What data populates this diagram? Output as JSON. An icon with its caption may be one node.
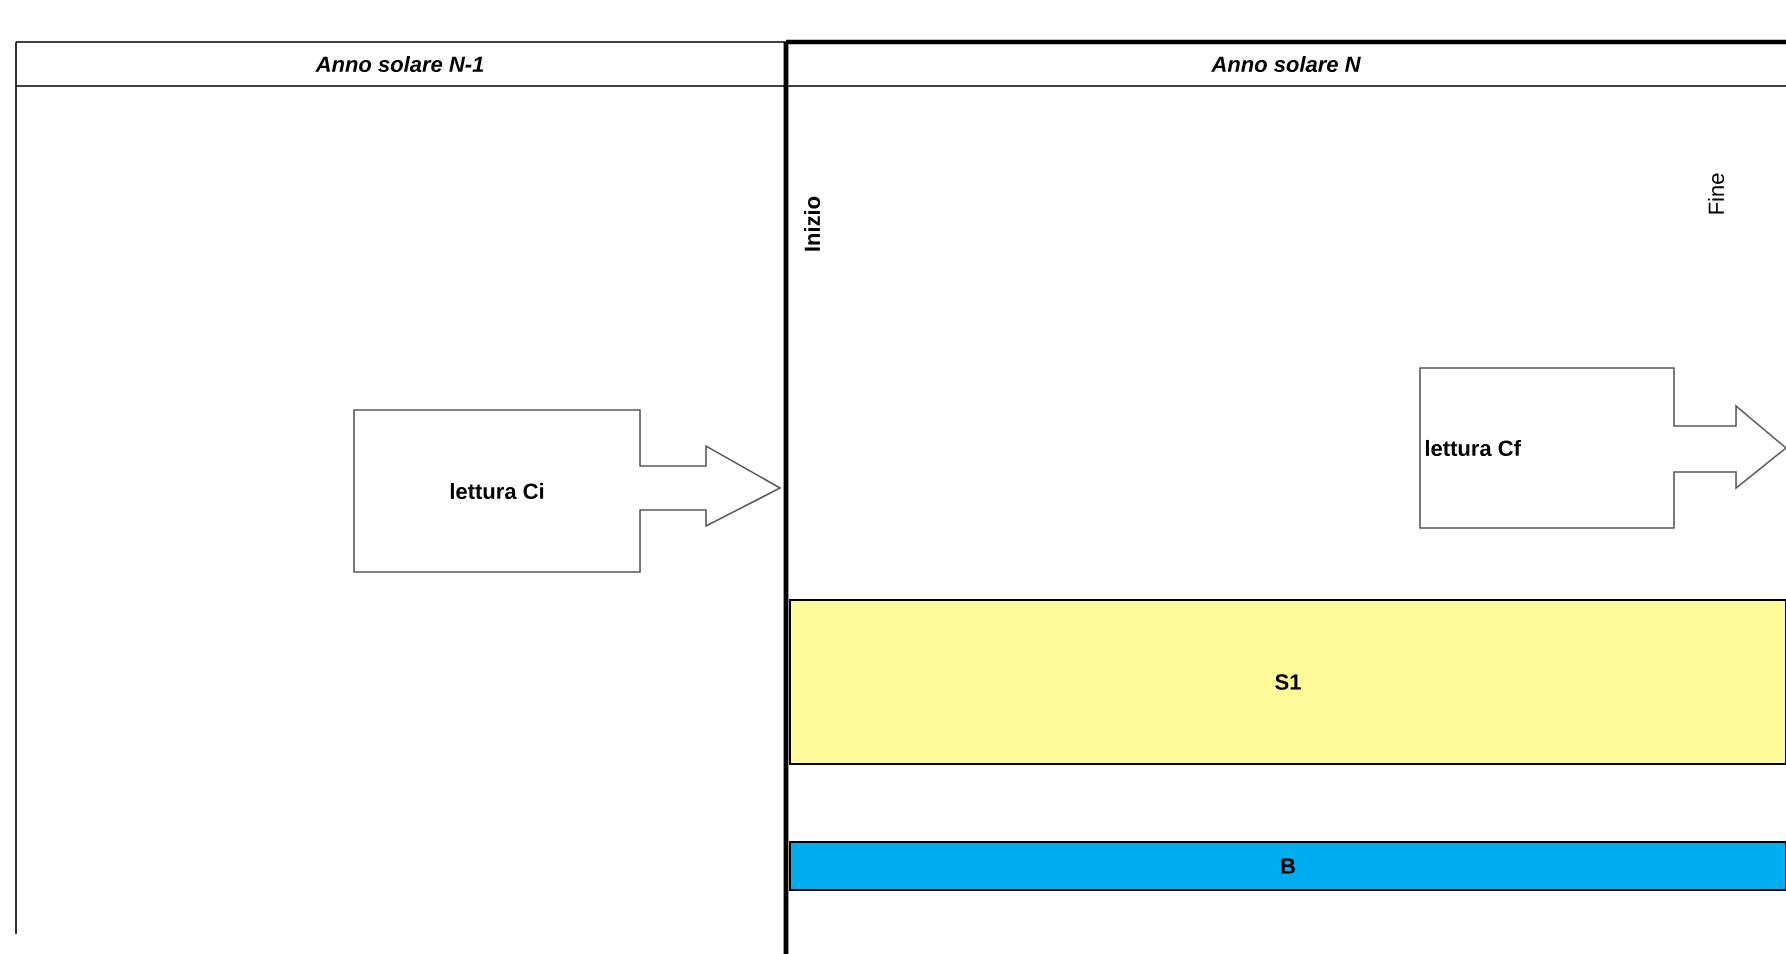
{
  "diagram": {
    "nodes": [
      {
        "text": [
          "lettura Ci"
        ]
      },
      {
        "text": [
          "lettura Cf"
        ]
      },
      {
        "text": [
          "S1"
        ]
      },
      {
        "text": [
          "B"
        ]
      }
    ],
    "labels": [
      "Anno solare N-1",
      "Anno solare N",
      "Inizio",
      "Fine"
    ]
  }
}
